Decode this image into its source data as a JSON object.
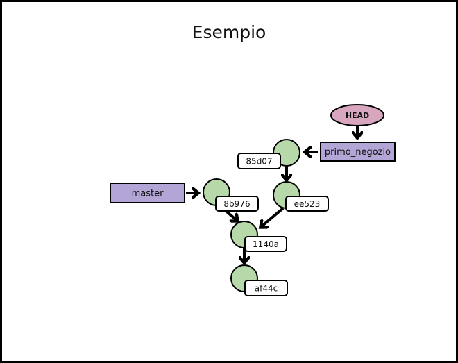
{
  "title": "Esempio",
  "colors": {
    "commit_fill": "#b7d8a8",
    "branch_fill": "#b3a6d6",
    "head_fill": "#d8a6bf",
    "stroke": "#000000"
  },
  "head": {
    "label": "HEAD",
    "points_to": "primo_negozio"
  },
  "branches": [
    {
      "name": "master",
      "points_to": "8b976"
    },
    {
      "name": "primo_negozio",
      "points_to": "85d07"
    }
  ],
  "commits": [
    {
      "id": "85d07",
      "parents": [
        "ee523"
      ]
    },
    {
      "id": "ee523",
      "parents": [
        "1140a"
      ]
    },
    {
      "id": "8b976",
      "parents": [
        "1140a"
      ]
    },
    {
      "id": "1140a",
      "parents": [
        "af44c"
      ]
    },
    {
      "id": "af44c",
      "parents": []
    }
  ]
}
